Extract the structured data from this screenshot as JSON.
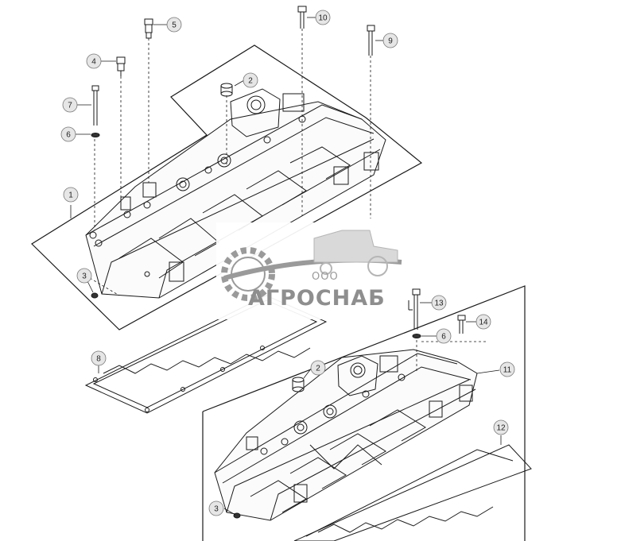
{
  "diagram": {
    "callouts": [
      {
        "id": "c1",
        "label": "1"
      },
      {
        "id": "c2a",
        "label": "2"
      },
      {
        "id": "c2b",
        "label": "2"
      },
      {
        "id": "c3a",
        "label": "3"
      },
      {
        "id": "c3b",
        "label": "3"
      },
      {
        "id": "c4",
        "label": "4"
      },
      {
        "id": "c5",
        "label": "5"
      },
      {
        "id": "c6a",
        "label": "6"
      },
      {
        "id": "c6b",
        "label": "6"
      },
      {
        "id": "c7",
        "label": "7"
      },
      {
        "id": "c8",
        "label": "8"
      },
      {
        "id": "c9",
        "label": "9"
      },
      {
        "id": "c10",
        "label": "10"
      },
      {
        "id": "c11",
        "label": "11"
      },
      {
        "id": "c12",
        "label": "12"
      },
      {
        "id": "c13",
        "label": "13"
      },
      {
        "id": "c14",
        "label": "14"
      }
    ]
  },
  "watermark": {
    "company_form": "ООО",
    "brand": "АГРОСНАБ",
    "logo": "gear-tractor-logo"
  },
  "colors": {
    "line": "#1a1a1a",
    "callout_fill": "#e6e6e6",
    "watermark": "#8e8e8e"
  }
}
